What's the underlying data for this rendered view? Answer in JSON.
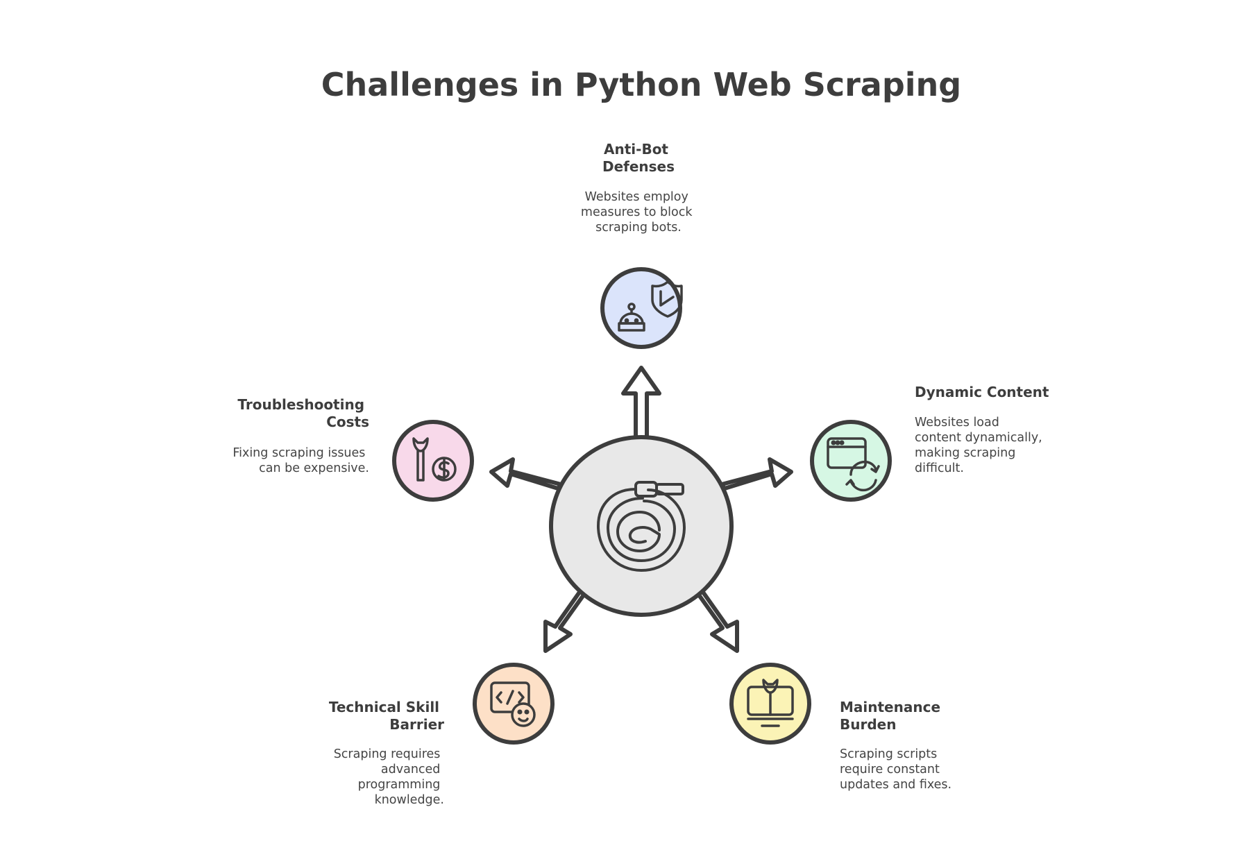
{
  "title": "Challenges in Python Web Scraping",
  "center": {
    "icon": "coiled-cable-icon",
    "fill": "#e8e8e8"
  },
  "nodes": [
    {
      "id": "anti-bot",
      "title": [
        "Anti-Bot",
        "Defenses"
      ],
      "description": [
        "Websites employ",
        "measures to block",
        "scraping bots."
      ],
      "icon": "robot-shield-icon",
      "color": "#dbe4fb"
    },
    {
      "id": "dynamic-content",
      "title": [
        "Dynamic Content"
      ],
      "description": [
        "Websites load",
        "content dynamically,",
        "making scraping",
        "difficult."
      ],
      "icon": "browser-refresh-icon",
      "color": "#d6f7e4"
    },
    {
      "id": "maintenance",
      "title": [
        "Maintenance",
        "Burden"
      ],
      "description": [
        "Scraping scripts",
        "require constant",
        "updates and fixes."
      ],
      "icon": "monitor-wrench-icon",
      "color": "#fbf3b6"
    },
    {
      "id": "technical-skill",
      "title": [
        "Technical Skill",
        "Barrier"
      ],
      "description": [
        "Scraping requires",
        "advanced",
        "programming",
        "knowledge."
      ],
      "icon": "code-person-icon",
      "color": "#fde0c7"
    },
    {
      "id": "troubleshooting",
      "title": [
        "Troubleshooting",
        "Costs"
      ],
      "description": [
        "Fixing scraping issues",
        "can be expensive."
      ],
      "icon": "wrench-coin-icon",
      "color": "#f8d9ea"
    }
  ]
}
